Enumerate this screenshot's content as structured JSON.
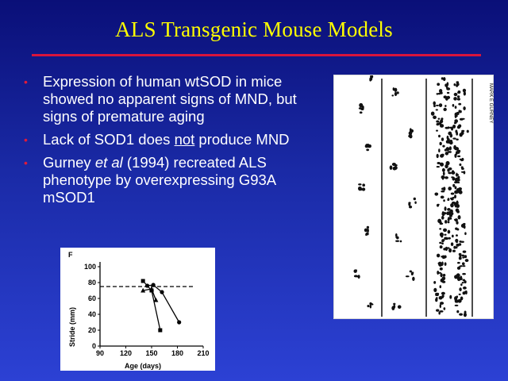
{
  "slide": {
    "title": "ALS Transgenic Mouse Models",
    "title_color": "#ffff00",
    "rule_color": "#d8143c",
    "bullet_color": "#e01a3a",
    "bullet_glyph": "•"
  },
  "bullets": [
    {
      "text": "Expression of human wtSOD in mice showed no apparent signs of MND, but signs of premature aging"
    },
    {
      "pre": "Lack of SOD1 does ",
      "emph": "not",
      "post": " produce MND"
    },
    {
      "pre": "Gurney ",
      "emph": "et al",
      "post": " (1994) recreated ALS phenotype by overexpressing G93A mSOD1"
    }
  ],
  "footprints": {
    "credit": "MARK E GURNEY"
  },
  "chart_data": {
    "type": "line",
    "panel_label": "F",
    "xlabel": "Age (days)",
    "ylabel": "Stride (mm)",
    "xlim": [
      90,
      210
    ],
    "ylim": [
      0,
      100
    ],
    "x_ticks": [
      90,
      120,
      150,
      180,
      210
    ],
    "y_ticks": [
      0,
      20,
      40,
      60,
      80,
      100
    ],
    "reference_line": {
      "y": 75,
      "style": "dashed"
    },
    "series": [
      {
        "marker": "square",
        "x": [
          140,
          150,
          160
        ],
        "y": [
          82,
          70,
          20
        ]
      },
      {
        "marker": "triangle",
        "x": [
          140,
          150,
          155
        ],
        "y": [
          70,
          72,
          58
        ]
      },
      {
        "marker": "circle",
        "x": [
          145,
          152,
          162,
          182
        ],
        "y": [
          76,
          77,
          68,
          30
        ]
      }
    ]
  }
}
